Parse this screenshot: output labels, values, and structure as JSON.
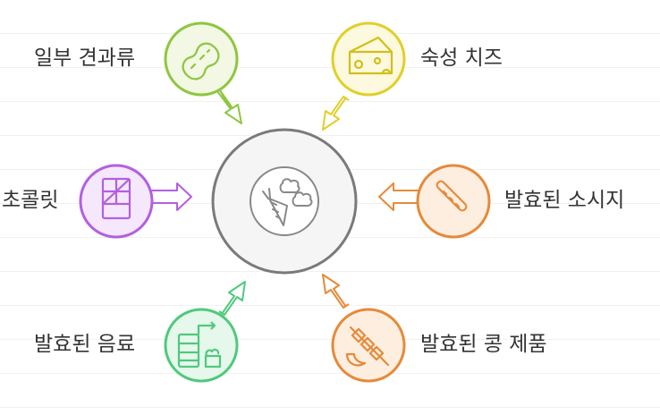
{
  "center": {
    "icon": "vegetables-icon"
  },
  "items": [
    {
      "id": "nuts",
      "label": "일부 견과류",
      "icon": "peanut-icon",
      "color": "#8ec63f",
      "fill": "#f2f8e4"
    },
    {
      "id": "cheese",
      "label": "숙성 치즈",
      "icon": "cheese-icon",
      "color": "#e0cf2a",
      "fill": "#fdf9de"
    },
    {
      "id": "chocolate",
      "label": "초콜릿",
      "icon": "chocolate-bar-icon",
      "color": "#b45fe0",
      "fill": "#f5e8fc"
    },
    {
      "id": "sausage",
      "label": "발효된 소시지",
      "icon": "sausage-icon",
      "color": "#e68a3a",
      "fill": "#fdeee0"
    },
    {
      "id": "drinks",
      "label": "발효된 음료",
      "icon": "fermented-drink-icon",
      "color": "#4fc97d",
      "fill": "#e6f7ec"
    },
    {
      "id": "soy",
      "label": "발효된 콩 제품",
      "icon": "soy-skewer-icon",
      "color": "#e68a3a",
      "fill": "#fdeee0"
    }
  ]
}
